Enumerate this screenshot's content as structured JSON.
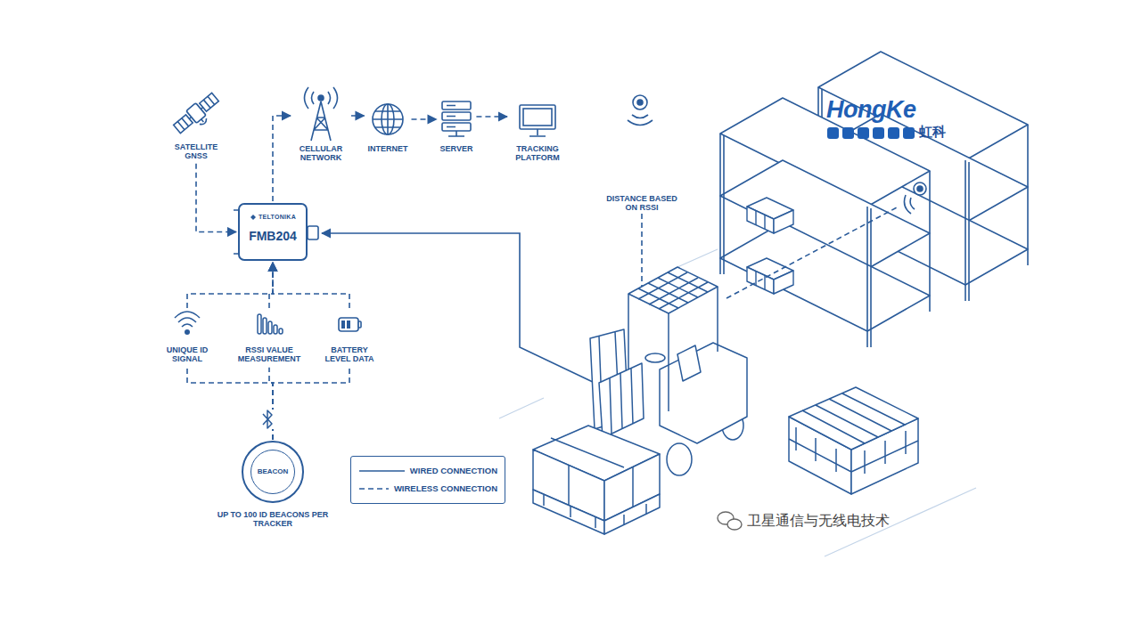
{
  "diagram": {
    "nodes": [
      {
        "text": [
          "SATELLITE GNSS"
        ]
      },
      {
        "text": [
          "CELLULAR NETWORK"
        ]
      },
      {
        "text": [
          "INTERNET"
        ]
      },
      {
        "text": [
          "SERVER"
        ]
      },
      {
        "text": [
          "TRACKING PLATFORM"
        ]
      },
      {
        "text": [
          "TELTONIKA",
          "FMB204"
        ]
      },
      {
        "text": [
          "UNIQUE ID SIGNAL"
        ]
      },
      {
        "text": [
          "RSSI VALUE MEASUREMENT"
        ]
      },
      {
        "text": [
          "BATTERY LEVEL DATA"
        ]
      },
      {
        "text": [
          "BEACON",
          "UP TO 100 ID BEACONS PER TRACKER"
        ]
      }
    ],
    "edges": [
      {
        "from": 0,
        "to": 5,
        "arrow": "to"
      },
      {
        "from": 5,
        "to": 1,
        "arrow": "to"
      },
      {
        "from": 1,
        "to": 2,
        "arrow": "to"
      },
      {
        "from": 2,
        "to": 3,
        "arrow": "to"
      },
      {
        "from": 3,
        "to": 4,
        "arrow": "to"
      },
      {
        "from": 6,
        "to": 5,
        "arrow": "to"
      },
      {
        "from": 7,
        "to": 5,
        "arrow": "to"
      },
      {
        "from": 8,
        "to": 5,
        "arrow": "to"
      },
      {
        "from": 9,
        "to": 6,
        "arrow": "none"
      },
      {
        "from": 9,
        "to": 7,
        "arrow": "none"
      },
      {
        "from": 9,
        "to": 8,
        "arrow": "none"
      }
    ],
    "labels": [
      "DISTANCE BASED ON RSSI",
      "HongKe",
      "虹科",
      "卫星通信与无线电技术"
    ],
    "legend": [
      {
        "text": "WIRED CONNECTION"
      },
      {
        "text": "WIRELESS CONNECTION"
      }
    ]
  }
}
